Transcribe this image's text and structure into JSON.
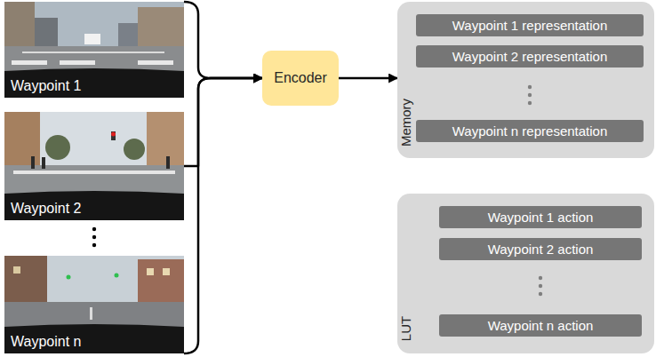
{
  "diagram": {
    "nodes": [
      {
        "text": [
          "Waypoint 1"
        ]
      },
      {
        "text": [
          "Waypoint 2"
        ]
      },
      {
        "text": [
          "Waypoint n"
        ]
      },
      {
        "text": [
          "Encoder"
        ]
      },
      {
        "text": [
          "Memory"
        ]
      },
      {
        "text": [
          "Waypoint 1 representation"
        ],
        "in": 4
      },
      {
        "text": [
          "Waypoint 2 representation"
        ],
        "in": 4
      },
      {
        "text": [
          "Waypoint n representation"
        ],
        "in": 4
      },
      {
        "text": [
          "LUT"
        ]
      },
      {
        "text": [
          "Waypoint 1 action"
        ],
        "in": 8
      },
      {
        "text": [
          "Waypoint 2 action"
        ],
        "in": 8
      },
      {
        "text": [
          "Waypoint n action"
        ],
        "in": 8
      }
    ],
    "edges": [
      {
        "from": 0,
        "to": 3,
        "arrow": "to"
      },
      {
        "from": 1,
        "to": 3,
        "arrow": "to"
      },
      {
        "from": 2,
        "to": 3,
        "arrow": "to"
      },
      {
        "from": 3,
        "to": 4,
        "arrow": "to"
      }
    ]
  }
}
